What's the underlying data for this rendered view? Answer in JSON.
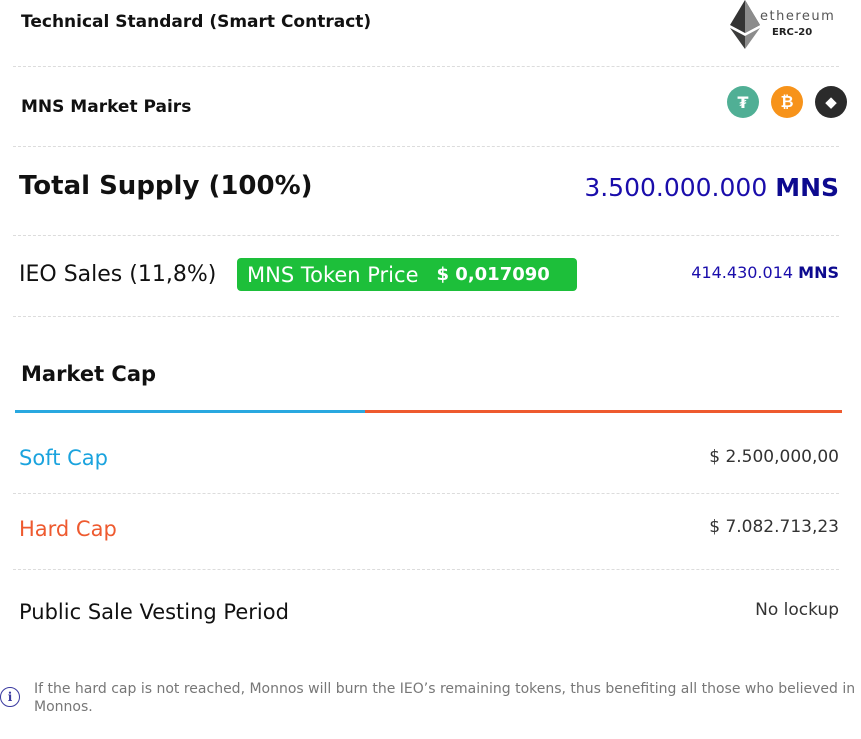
{
  "technical_standard": {
    "label": "Technical Standard (Smart Contract)",
    "brand_word": "ethereum",
    "standard": "ERC-20",
    "logo_icon": "ethereum-diamond-icon"
  },
  "market_pairs": {
    "label": "MNS Market Pairs",
    "coins": [
      {
        "icon": "tether-icon",
        "glyph": "₮",
        "color": "#50af95"
      },
      {
        "icon": "bitcoin-icon",
        "glyph": "₿",
        "color": "#f7931a"
      },
      {
        "icon": "ethereum-icon",
        "glyph": "◆",
        "color": "#2b2b2b"
      }
    ]
  },
  "total_supply": {
    "label": "Total Supply (100%)",
    "amount": "3.500.000.000",
    "unit": "MNS"
  },
  "ieo_sales": {
    "label": "IEO Sales (11,8%)",
    "price_label": "MNS Token Price",
    "price_value": "$ 0,017090",
    "amount": "414.430.014",
    "unit": "MNS"
  },
  "market_cap": {
    "label": "Market Cap",
    "soft_cap_label": "Soft Cap",
    "soft_cap_value": "$ 2.500,000,00",
    "hard_cap_label": "Hard Cap",
    "hard_cap_value": "$ 7.082.713,23",
    "accent_blue": "#29a8e0",
    "accent_orange": "#ee5a2f"
  },
  "vesting": {
    "label": "Public Sale Vesting Period",
    "value": "No lockup"
  },
  "note": {
    "icon": "info-icon",
    "glyph": "i",
    "text": "If the hard cap is not reached, Monnos will burn the IEO’s remaining tokens, thus benefiting all those who believed in Monnos."
  }
}
